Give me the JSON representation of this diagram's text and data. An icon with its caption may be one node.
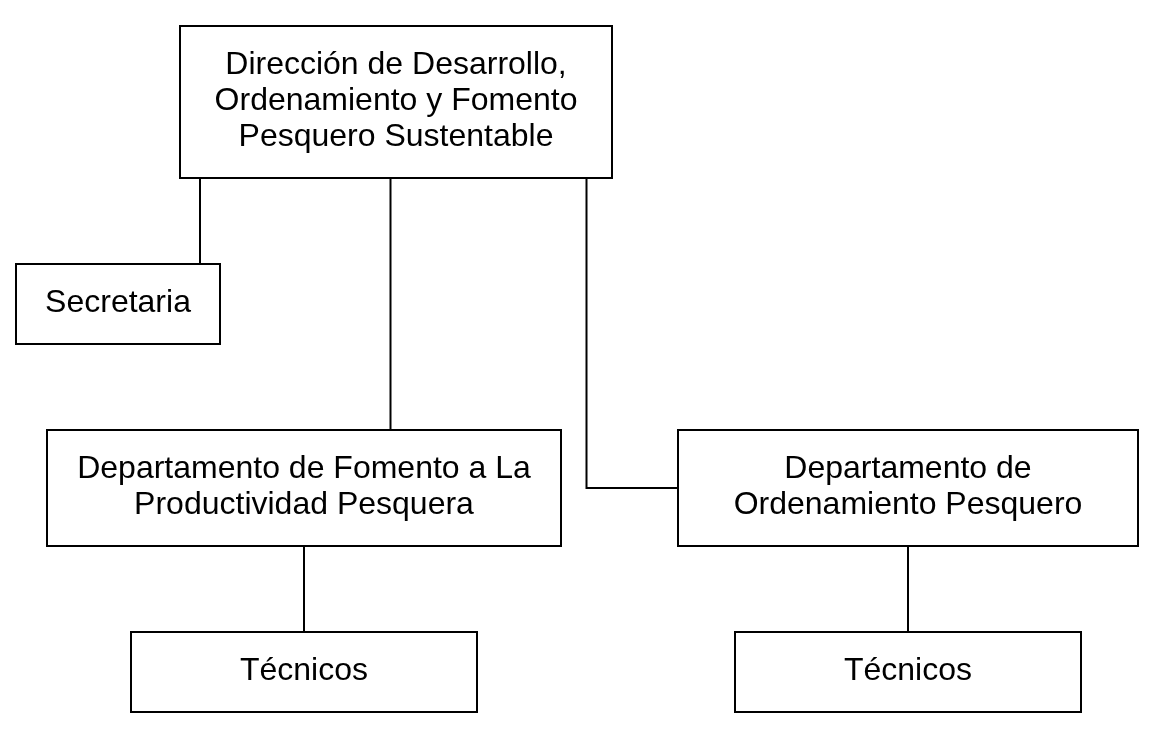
{
  "diagram": {
    "nodes": [
      {
        "text": [
          "Dirección de Desarrollo, Ordenamiento y Fomento Pesquero Sustentable"
        ]
      },
      {
        "text": [
          "Secretaria"
        ]
      },
      {
        "text": [
          "Departamento de Fomento a La Productividad Pesquera"
        ]
      },
      {
        "text": [
          "Departamento de Ordenamiento Pesquero"
        ]
      },
      {
        "text": [
          "Técnicos"
        ]
      },
      {
        "text": [
          "Técnicos"
        ]
      }
    ],
    "edges": [
      {
        "from": 0,
        "to": 1,
        "arrow": "none"
      },
      {
        "from": 0,
        "to": 2,
        "arrow": "none"
      },
      {
        "from": 0,
        "to": 3,
        "arrow": "none"
      },
      {
        "from": 2,
        "to": 4,
        "arrow": "none"
      },
      {
        "from": 3,
        "to": 5,
        "arrow": "none"
      }
    ]
  }
}
